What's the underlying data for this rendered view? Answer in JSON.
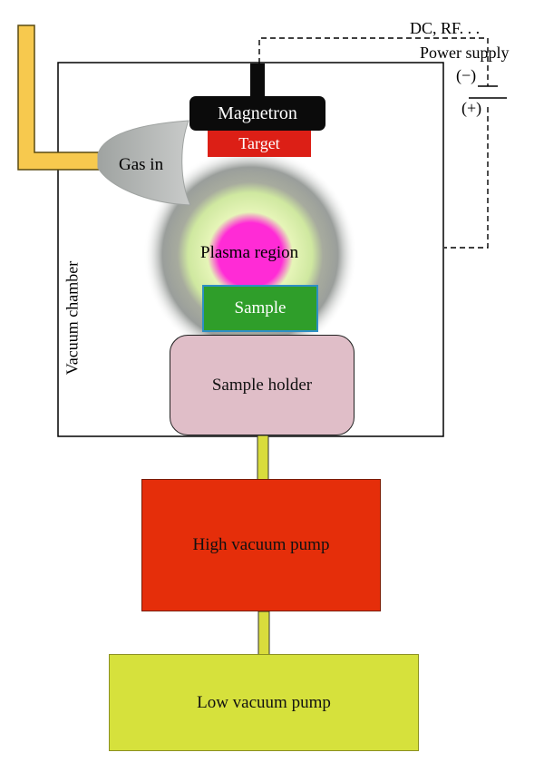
{
  "diagram": {
    "labels": {
      "power_source": "DC, RF. . .",
      "power_supply": "Power supply",
      "negative": "(−)",
      "positive": "(+)",
      "magnetron": "Magnetron",
      "target": "Target",
      "gas_in": "Gas in",
      "plasma_region": "Plasma region",
      "sample": "Sample",
      "vacuum_chamber": "Vacuum chamber",
      "sample_holder": "Sample holder",
      "high_vacuum_pump": "High vacuum pump",
      "low_vacuum_pump": "Low vacuum pump"
    },
    "colors": {
      "gas_pipe": "#f7c94e",
      "magnetron": "#0b0b0b",
      "target": "#dc1f16",
      "plasma_core": "#ff2bd6",
      "plasma_ring": "#d8f2a6",
      "plasma_halo": "#9a9e9b",
      "sample": "#2f9e2a",
      "sample_holder": "#e0bec8",
      "high_vacuum_pump": "#e52e0a",
      "low_vacuum_pump": "#d6e13c",
      "connector": "#d9dc3c"
    }
  }
}
